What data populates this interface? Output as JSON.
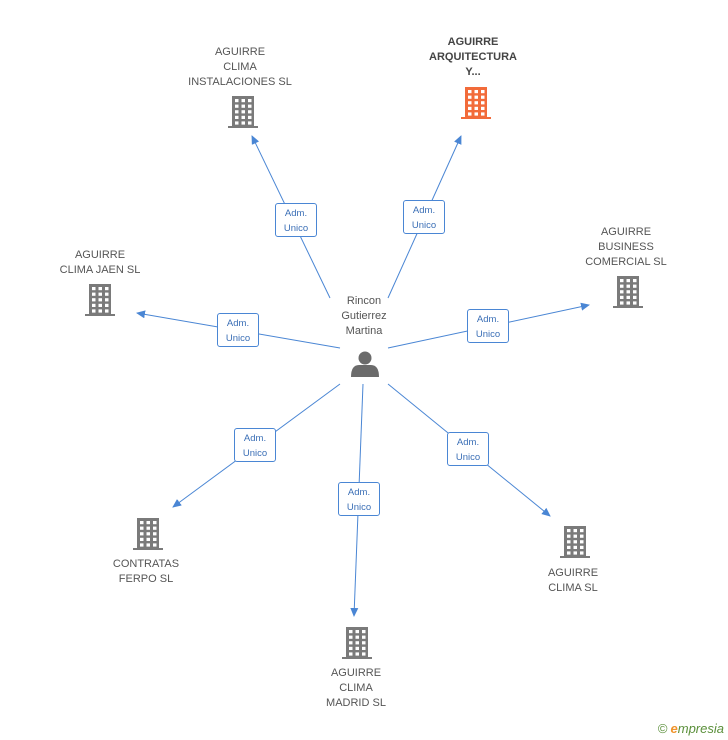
{
  "colors": {
    "line": "#4a86d4",
    "building": "#7a7a7a",
    "building_highlight": "#f26b3a",
    "person": "#6b6b6b"
  },
  "person": {
    "lines": [
      "Rincon",
      "Gutierrez",
      "Martina"
    ],
    "icon": "person-icon"
  },
  "companies": [
    {
      "id": "aguirre-clima-instalaciones",
      "lines": [
        "AGUIRRE",
        "CLIMA",
        "INSTALACIONES SL"
      ],
      "role": [
        "Adm.",
        "Unico"
      ],
      "highlight": false,
      "icon": "building-icon"
    },
    {
      "id": "aguirre-arquitectura",
      "lines": [
        "AGUIRRE",
        "ARQUITECTURA",
        "Y..."
      ],
      "role": [
        "Adm.",
        "Unico"
      ],
      "highlight": true,
      "icon": "building-icon"
    },
    {
      "id": "aguirre-business-comercial",
      "lines": [
        "AGUIRRE",
        "BUSINESS",
        "COMERCIAL SL"
      ],
      "role": [
        "Adm.",
        "Unico"
      ],
      "highlight": false,
      "icon": "building-icon"
    },
    {
      "id": "aguirre-clima-jaen",
      "lines": [
        "AGUIRRE",
        "CLIMA JAEN SL"
      ],
      "role": [
        "Adm.",
        "Unico"
      ],
      "highlight": false,
      "icon": "building-icon"
    },
    {
      "id": "contratas-ferpo",
      "lines": [
        "CONTRATAS",
        "FERPO SL"
      ],
      "role": [
        "Adm.",
        "Unico"
      ],
      "highlight": false,
      "icon": "building-icon"
    },
    {
      "id": "aguirre-clima-madrid",
      "lines": [
        "AGUIRRE",
        "CLIMA",
        "MADRID SL"
      ],
      "role": [
        "Adm.",
        "Unico"
      ],
      "highlight": false,
      "icon": "building-icon"
    },
    {
      "id": "aguirre-clima",
      "lines": [
        "AGUIRRE",
        "CLIMA SL"
      ],
      "role": [
        "Adm.",
        "Unico"
      ],
      "highlight": false,
      "icon": "building-icon"
    }
  ],
  "footer": {
    "copyright": "©",
    "brand_first": "e",
    "brand_rest": "mpresia"
  }
}
